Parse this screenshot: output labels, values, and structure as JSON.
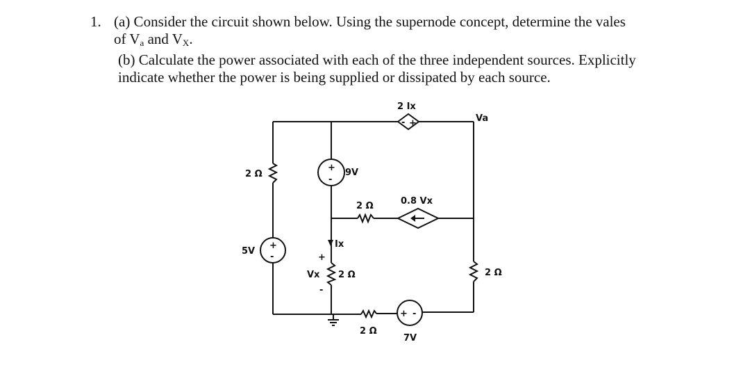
{
  "problem": {
    "number": "1.",
    "part_a_line1": "(a) Consider the circuit shown below.  Using the supernode concept, determine the vales",
    "part_a_line2_prefix": "of V",
    "part_a_line2_sub1": "a",
    "part_a_line2_mid": " and V",
    "part_a_line2_sub2": "X",
    "part_a_line2_suffix": ".",
    "part_b_line1": "(b) Calculate the power associated with each of the three independent sources. Explicitly",
    "part_b_line2": "indicate whether the power is being supplied or dissipated by each source."
  },
  "circuit": {
    "labels": {
      "dep_voltage_source": "2 Ix",
      "node_va": "Va",
      "left_resistor": "2 Ω",
      "source_9v": "9V",
      "middle_branch_resistor": "2 Ω",
      "dep_current_source": "0.8 Vx",
      "current_ix": "Ix",
      "source_5v": "5V",
      "vx_label": "Vx",
      "vx_plus": "+",
      "vx_minus": "-",
      "vx_resistor": "2 Ω",
      "right_resistor": "2 Ω",
      "bottom_resistor": "2 Ω",
      "source_7v": "7V"
    },
    "source_polarity": {
      "plus": "+",
      "minus": "-"
    }
  }
}
